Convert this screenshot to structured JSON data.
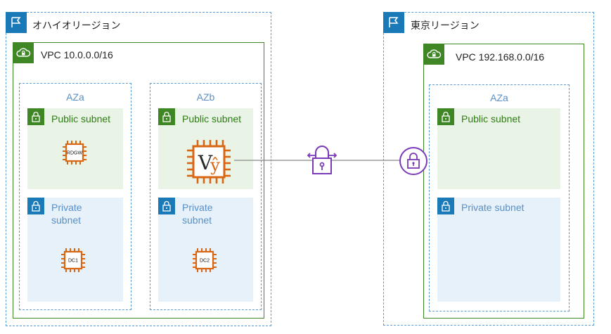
{
  "regions": [
    {
      "label": "オハイオリージョン"
    },
    {
      "label": "東京リージョン"
    }
  ],
  "vpcs": [
    {
      "label": "VPC 10.0.0.0/16"
    },
    {
      "label": "VPC 192.168.0.0/16"
    }
  ],
  "azs": [
    {
      "label": "AZa"
    },
    {
      "label": "AZb"
    },
    {
      "label": "AZa"
    }
  ],
  "subnets": {
    "public": "Public subnet",
    "private_line1": "Private",
    "private_line2": "subnet",
    "private_full": "Private subnet"
  },
  "instances": {
    "rdgw": "RDGW",
    "dc1": "DC1",
    "dc2": "DC2",
    "vyos_v": "V",
    "vyos_y": "ŷ"
  },
  "icons": {
    "region": "flag-icon",
    "vpc": "cloud-lock-icon",
    "subnet": "padlock-icon",
    "instance": "ec2-chip-icon",
    "vpn": "vpn-gateway-icon",
    "lock": "circle-lock-icon"
  },
  "colors": {
    "region_border": "#5a9bd5",
    "region_flag": "#1a7ab8",
    "vpc": "#3f8624",
    "public_bg": "#e9f3e6",
    "private_bg": "#e6f1f9",
    "instance": "#d86613",
    "vpn": "#7b3ab7",
    "connection_line": "#888888"
  }
}
